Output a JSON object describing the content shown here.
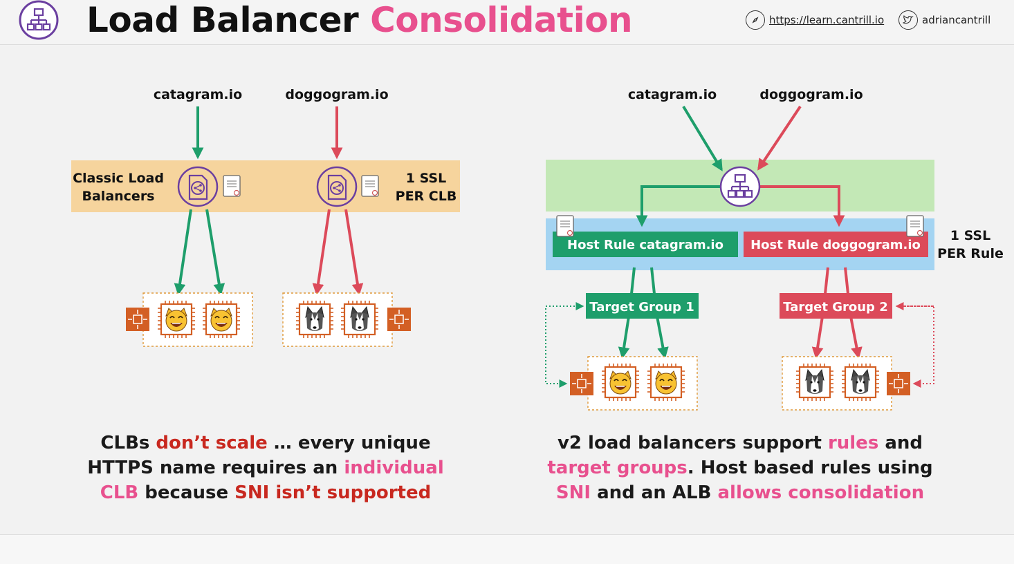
{
  "header": {
    "title_main": "Load Balancer",
    "title_accent": "Consolidation",
    "site_link": "https://learn.cantrill.io",
    "twitter_handle": "adriancantrill"
  },
  "left": {
    "domain_a": "catagram.io",
    "domain_b": "doggogram.io",
    "band_label_line1": "Classic Load",
    "band_label_line2": "Balancers",
    "ssl_line1": "1 SSL",
    "ssl_line2": "PER CLB",
    "caption": {
      "p1": "CLBs ",
      "p2": "don’t scale",
      "p3": " … every unique HTTPS name requires an ",
      "p4": "individual CLB",
      "p5": " because ",
      "p6": "SNI isn’t supported"
    }
  },
  "right": {
    "domain_a": "catagram.io",
    "domain_b": "doggogram.io",
    "rule_a": "Host Rule catagram.io",
    "rule_b": "Host Rule doggogram.io",
    "ssl_line1": "1 SSL",
    "ssl_line2": "PER Rule",
    "tg1": "Target Group 1",
    "tg2": "Target Group 2",
    "caption": {
      "p1": "v2 load balancers support ",
      "p2": "rules",
      "p3": " and ",
      "p4": "target groups",
      "p5": ". Host based rules using ",
      "p6": "SNI",
      "p7": " and an ALB ",
      "p8": "allows consolidation"
    }
  },
  "colors": {
    "green": "#1e9e6b",
    "red": "#dc4a5a",
    "purple": "#6b3fa0",
    "orange_band": "#f6d49d",
    "green_band": "#c3e8b6",
    "blue_band": "#a4d4f2",
    "ec2_orange": "#d35f24",
    "accent_pink": "#e8508e",
    "accent_red": "#c8281f"
  }
}
